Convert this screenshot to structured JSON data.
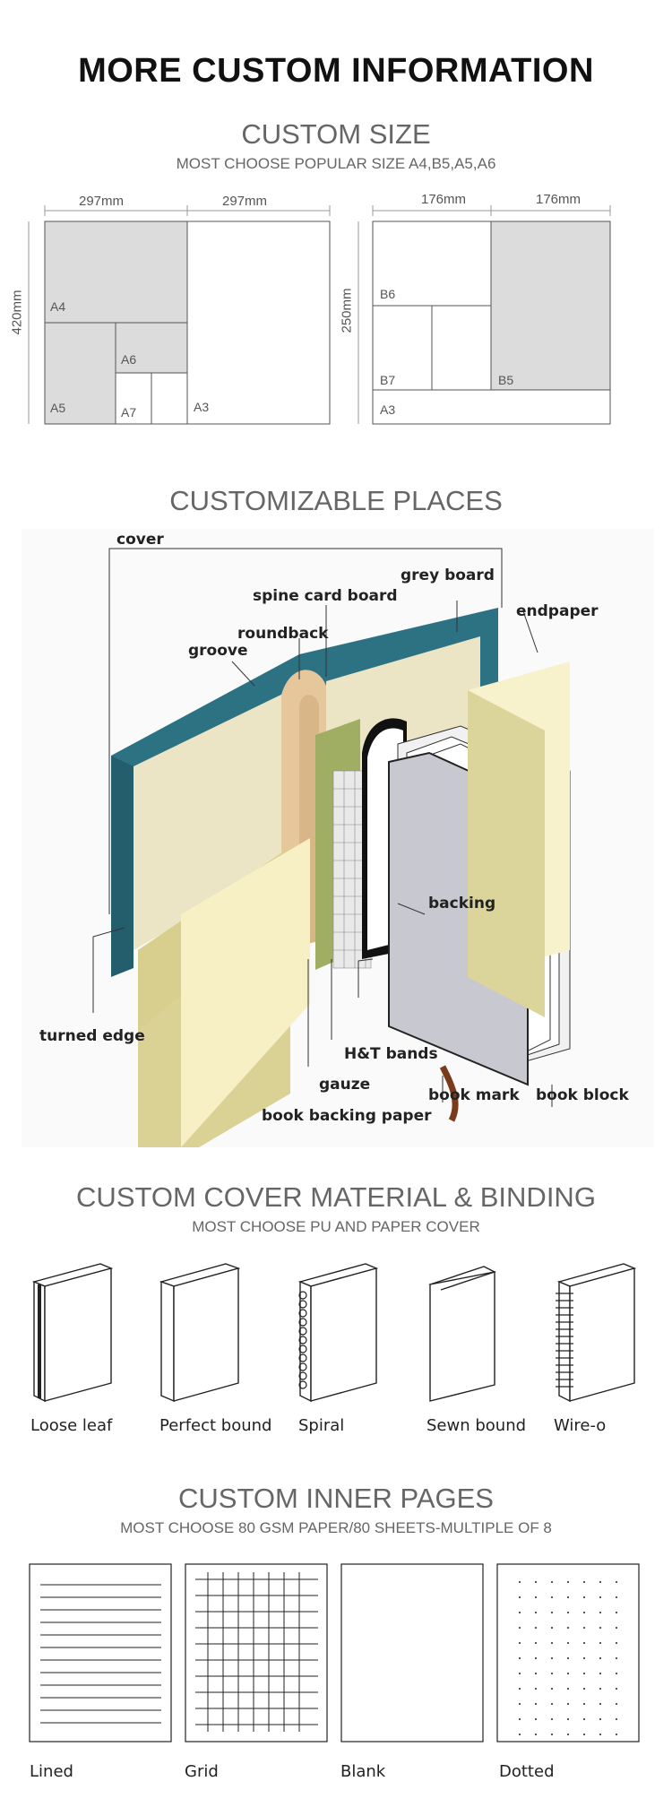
{
  "main_title": "MORE CUSTOM INFORMATION",
  "size_section": {
    "title": "CUSTOM SIZE",
    "subtitle": "MOST CHOOSE POPULAR SIZE A4,B5,A5,A6",
    "a_diagram": {
      "width_left": "297mm",
      "width_right": "297mm",
      "height": "420mm",
      "labels": [
        "A4",
        "A6",
        "A5",
        "A7",
        "A3"
      ]
    },
    "b_diagram": {
      "width_left": "176mm",
      "width_right": "176mm",
      "height": "250mm",
      "labels": [
        "B6",
        "B7",
        "B5",
        "A3"
      ]
    }
  },
  "places_section": {
    "title": "CUSTOMIZABLE PLACES",
    "labels": {
      "cover": "cover",
      "grey_board": "grey board",
      "spine_card_board": "spine card board",
      "endpaper": "endpaper",
      "roundback": "roundback",
      "groove": "groove",
      "backing": "backing",
      "turned_edge": "turned edge",
      "ht_bands": "H&T bands",
      "gauze": "gauze",
      "book_mark": "book mark",
      "book_block": "book block",
      "book_backing_paper": "book backing paper"
    }
  },
  "binding_section": {
    "title": "CUSTOM COVER MATERIAL & BINDING",
    "subtitle": "MOST CHOOSE PU AND PAPER COVER",
    "items": [
      {
        "label": "Loose leaf",
        "icon": "loose-leaf-book-icon"
      },
      {
        "label": "Perfect bound",
        "icon": "perfect-bound-book-icon"
      },
      {
        "label": "Spiral",
        "icon": "spiral-book-icon"
      },
      {
        "label": "Sewn bound",
        "icon": "sewn-bound-book-icon"
      },
      {
        "label": "Wire-o",
        "icon": "wire-o-book-icon"
      }
    ]
  },
  "pages_section": {
    "title": "CUSTOM INNER PAGES",
    "subtitle": "MOST CHOOSE 80 GSM PAPER/80 SHEETS-MULTIPLE OF 8",
    "items": [
      {
        "label": "Lined"
      },
      {
        "label": "Grid"
      },
      {
        "label": "Blank"
      },
      {
        "label": "Dotted"
      }
    ]
  },
  "colors": {
    "cover_teal": "#2d7283",
    "grey_fill": "#dcdcdc",
    "text_grey": "#666666"
  }
}
